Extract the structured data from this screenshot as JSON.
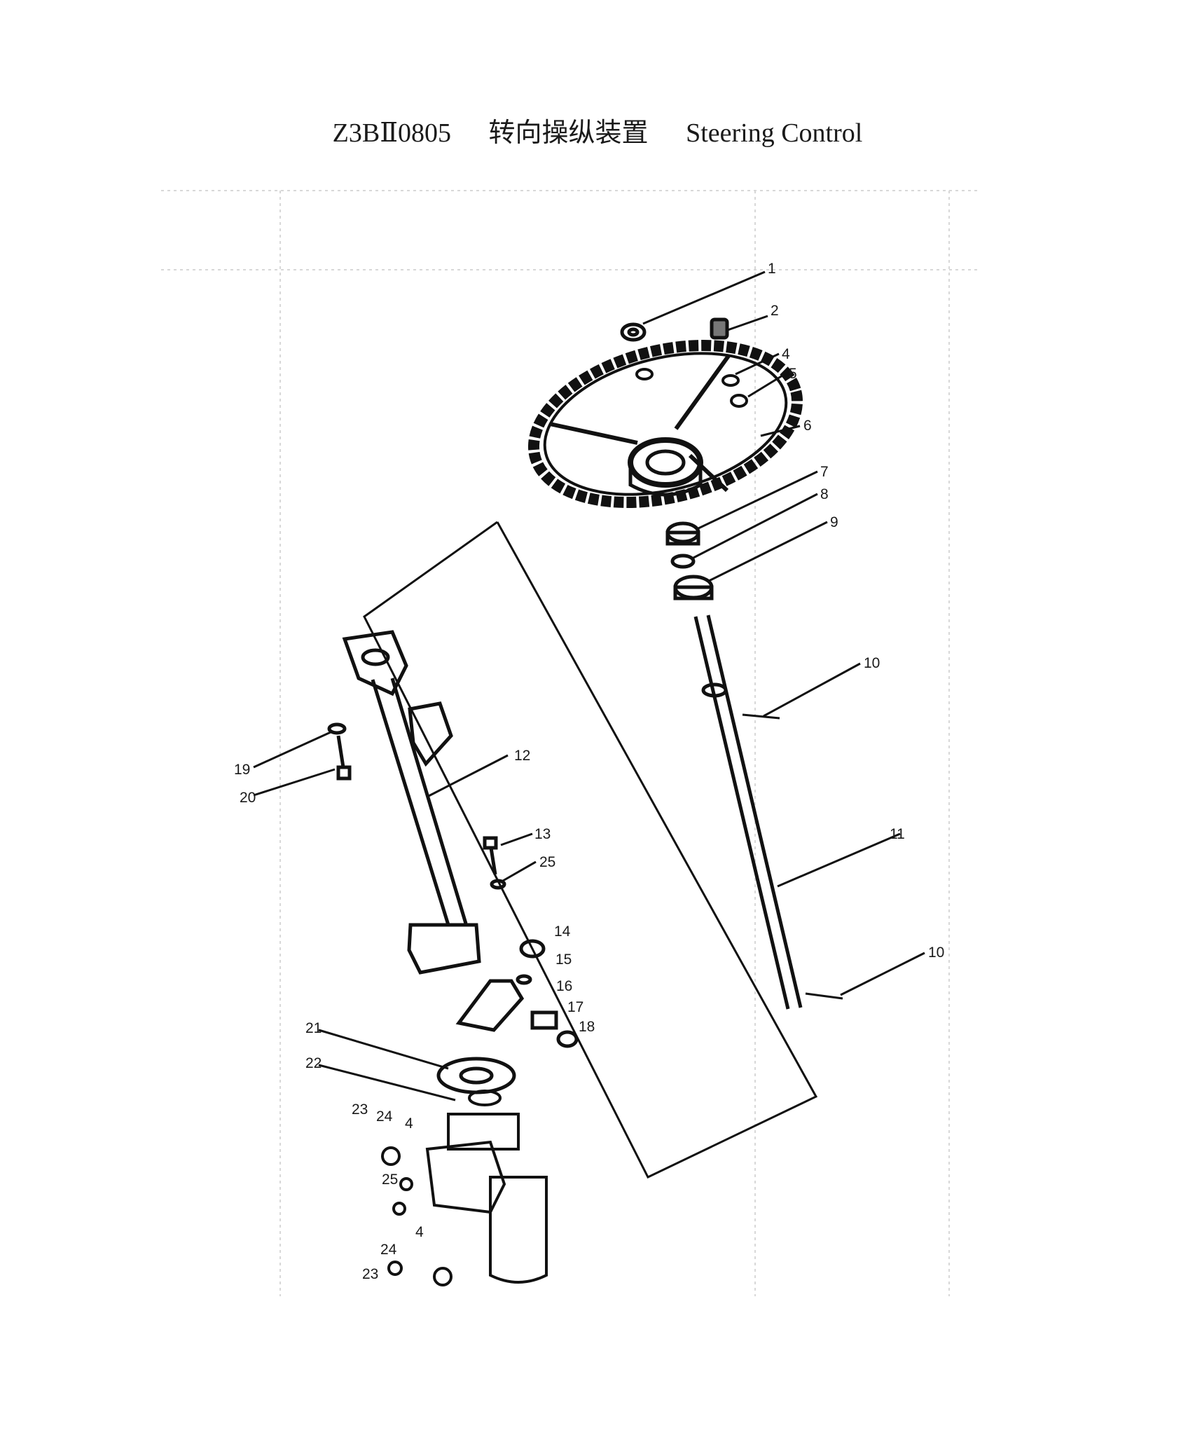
{
  "title": {
    "code": "Z3BⅡ0805",
    "chinese": "转向操纵装置",
    "english": "Steering Control"
  },
  "callouts": [
    "1",
    "2",
    "4",
    "5",
    "6",
    "7",
    "8",
    "9",
    "10",
    "10",
    "11",
    "12",
    "13",
    "25",
    "14",
    "15",
    "16",
    "17",
    "18",
    "19",
    "20",
    "21",
    "22",
    "23",
    "24",
    "4",
    "25",
    "4",
    "24",
    "23"
  ],
  "colors": {
    "ink": "#1a1a1a",
    "faded": "#d2d2d2",
    "paper": "#ffffff"
  }
}
